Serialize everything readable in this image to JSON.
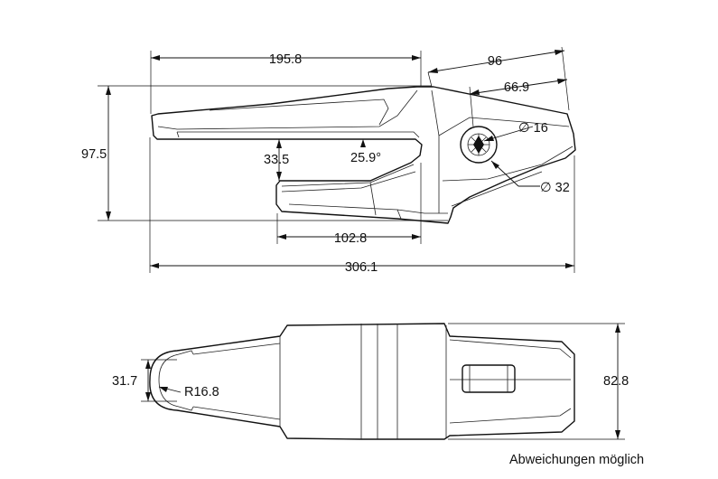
{
  "dimensions": {
    "top_length": "195.8",
    "angled_length": "96",
    "angled_inner": "66.9",
    "pin_diameter_small": "∅ 16",
    "pin_diameter_large": "∅ 32",
    "overall_height": "97.5",
    "opening_height": "33.5",
    "opening_angle": "25.9°",
    "opening_length": "102.8",
    "overall_length": "306.1",
    "nose_width": "31.7",
    "nose_radius": "R16.8",
    "overall_width": "82.8"
  },
  "footer": {
    "note": "Abweichungen möglich"
  }
}
